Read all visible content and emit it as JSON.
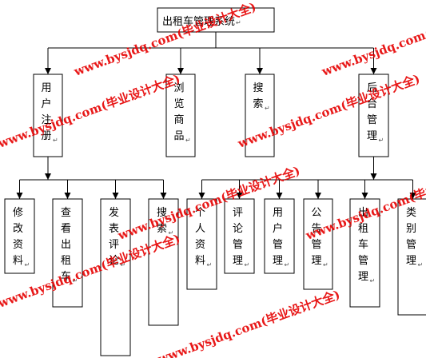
{
  "root": {
    "label": "出租车管理系统",
    "mark": "↵"
  },
  "level1": [
    {
      "id": "register",
      "label": "用户注册",
      "mark": "↵"
    },
    {
      "id": "browse",
      "label": "浏览商品",
      "mark": "↵"
    },
    {
      "id": "search",
      "label": "搜索",
      "mark": "↵"
    },
    {
      "id": "admin",
      "label": "后台管理",
      "mark": "↵"
    }
  ],
  "level2_user": [
    {
      "id": "edit-profile",
      "label": "修改资料",
      "mark": "↵"
    },
    {
      "id": "view-taxi",
      "label": "查看出租车",
      "mark": "↵"
    },
    {
      "id": "post-comment",
      "label": "发表评论",
      "mark": "↵"
    },
    {
      "id": "search-2",
      "label": "搜索",
      "mark": "↵"
    }
  ],
  "level2_admin": [
    {
      "id": "personal-data",
      "label": "个人资料",
      "mark": "↵"
    },
    {
      "id": "comment-manage",
      "label": "评论管理",
      "mark": "↵"
    },
    {
      "id": "user-manage",
      "label": "用户管理",
      "mark": "↵"
    },
    {
      "id": "notice-manage",
      "label": "公告管理",
      "mark": "↵"
    },
    {
      "id": "taxi-manage",
      "label": "出租车管理",
      "mark": "↵"
    },
    {
      "id": "category-manage",
      "label": "类别管理",
      "mark": "↵"
    }
  ],
  "watermark": "www.bysjdq.com(毕业设计大全)"
}
